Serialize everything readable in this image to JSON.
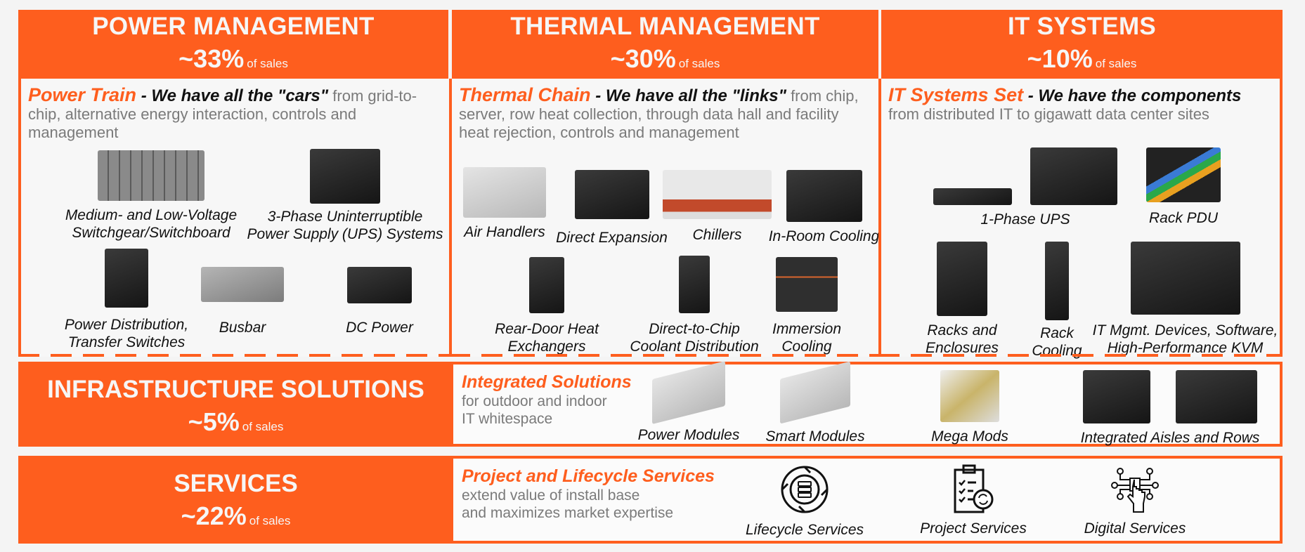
{
  "segments": [
    {
      "title": "POWER MANAGEMENT",
      "pct": "~33%",
      "of": "of sales",
      "intro": {
        "highlight": "Power Train",
        "tagline": " - We have all the \"cars\"",
        "text": " from grid-to-chip, alternative energy interaction, controls and management"
      },
      "products": [
        {
          "l1": "Medium- and Low-Voltage",
          "l2": "Switchgear/Switchboard"
        },
        {
          "l1": "3-Phase Uninterruptible",
          "l2": "Power Supply (UPS) Systems"
        },
        {
          "l1": "Power Distribution,",
          "l2": "Transfer Switches"
        },
        {
          "l1": "Busbar",
          "l2": ""
        },
        {
          "l1": "DC Power",
          "l2": ""
        }
      ]
    },
    {
      "title": "THERMAL MANAGEMENT",
      "pct": "~30%",
      "of": "of sales",
      "intro": {
        "highlight": "Thermal Chain",
        "tagline": " - We have all the \"links\"",
        "text": " from chip, server, row heat collection, through data hall and facility heat rejection, controls and management"
      },
      "products": [
        {
          "l1": "Air Handlers",
          "l2": ""
        },
        {
          "l1": "Direct Expansion",
          "l2": ""
        },
        {
          "l1": "Chillers",
          "l2": ""
        },
        {
          "l1": "In-Room Cooling",
          "l2": ""
        },
        {
          "l1": "Rear-Door Heat",
          "l2": "Exchangers"
        },
        {
          "l1": "Direct-to-Chip",
          "l2": "Coolant Distribution"
        },
        {
          "l1": "Immersion",
          "l2": "Cooling"
        }
      ]
    },
    {
      "title": "IT SYSTEMS",
      "pct": "~10%",
      "of": "of sales",
      "intro": {
        "highlight": "IT Systems Set",
        "tagline": " - We have the components",
        "text": "from distributed IT to gigawatt data center sites"
      },
      "products": [
        {
          "l1": "1-Phase UPS",
          "l2": ""
        },
        {
          "l1": "Rack PDU",
          "l2": ""
        },
        {
          "l1": "Racks and",
          "l2": "Enclosures"
        },
        {
          "l1": "Rack",
          "l2": "Cooling"
        },
        {
          "l1": "IT Mgmt. Devices, Software,",
          "l2": "High-Performance KVM"
        }
      ]
    }
  ],
  "infrastructure": {
    "title": "INFRASTRUCTURE SOLUTIONS",
    "pct": "~5%",
    "of": "of sales",
    "highlight": "Integrated Solutions",
    "l1": "for outdoor and indoor",
    "l2": "IT whitespace",
    "products": [
      "Power Modules",
      "Smart Modules",
      "Mega Mods",
      "Integrated Aisles and Rows"
    ]
  },
  "services": {
    "title": "SERVICES",
    "pct": "~22%",
    "of": "of sales",
    "highlight": "Project and Lifecycle Services",
    "l1": "extend value of install base",
    "l2": "and maximizes  market expertise",
    "items": [
      {
        "label": "Lifecycle Services",
        "icon": "lifecycle-cycle-icon"
      },
      {
        "label": "Project Services",
        "icon": "clipboard-checklist-icon"
      },
      {
        "label": "Digital Services",
        "icon": "digital-touch-network-icon"
      }
    ]
  },
  "colors": {
    "accent": "#fe5e1e",
    "text_grey": "#7a7a7a",
    "text_dark": "#111111"
  }
}
